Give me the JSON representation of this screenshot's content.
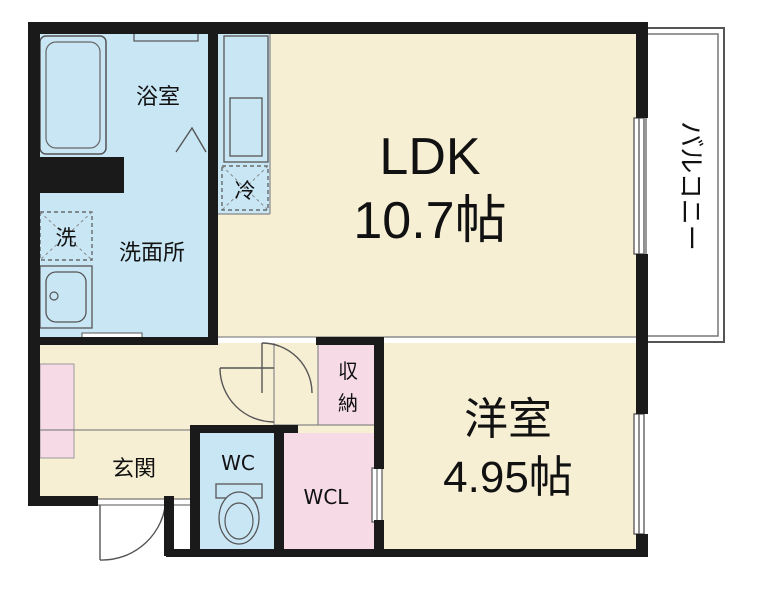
{
  "rooms": {
    "bath": "浴室",
    "washroom": "洗面所",
    "wash_mark": "洗",
    "fridge_mark": "冷",
    "ldk_name": "LDK",
    "ldk_size": "10.7帖",
    "balcony": "バルコニー",
    "storage_line1": "収",
    "storage_line2": "納",
    "entrance": "玄関",
    "wc": "WC",
    "wcl": "WCL",
    "western_name": "洋室",
    "western_size": "4.95帖"
  },
  "colors": {
    "wall": "#1a1a1a",
    "wet_area": "#c9e6f5",
    "living": "#f7efd4",
    "closet": "#f6dbe6",
    "balcony": "#ffffff"
  }
}
